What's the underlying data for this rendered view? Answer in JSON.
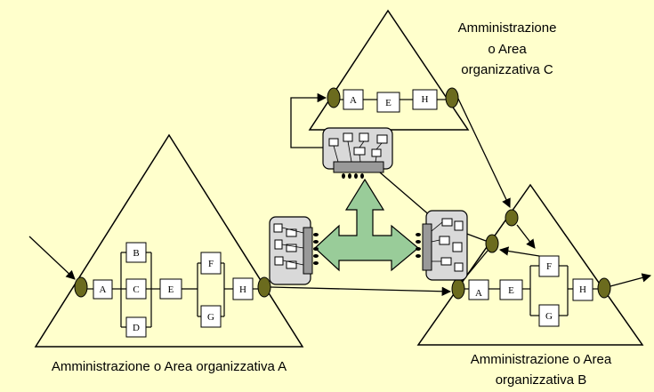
{
  "colors": {
    "background": "#FFFFCC",
    "node_fill": "#6B6B1E",
    "arrow_fill": "#99CC99",
    "gateway_fill": "#D9D9D9",
    "gateway_bar": "#999999"
  },
  "areas": {
    "a": {
      "label": "Amministrazione o Area organizzativa A"
    },
    "b": {
      "label_line1": "Amministrazione o Area",
      "label_line2": "organizzativa B"
    },
    "c": {
      "label_line1": "Amministrazione",
      "label_line2": "o Area",
      "label_line3": "organizzativa C"
    }
  },
  "process_a": {
    "a": "A",
    "b": "B",
    "c": "C",
    "d": "D",
    "e": "E",
    "f": "F",
    "g": "G",
    "h": "H"
  },
  "process_b": {
    "a": "A",
    "e": "E",
    "f": "F",
    "g": "G",
    "h": "H"
  },
  "process_c": {
    "a": "A",
    "e": "E",
    "h": "H"
  },
  "icons": {
    "gateway_a": "network-gateway-icon",
    "gateway_b": "network-gateway-icon",
    "gateway_c": "network-gateway-icon",
    "interconnection": "four-way-arrow-icon"
  }
}
